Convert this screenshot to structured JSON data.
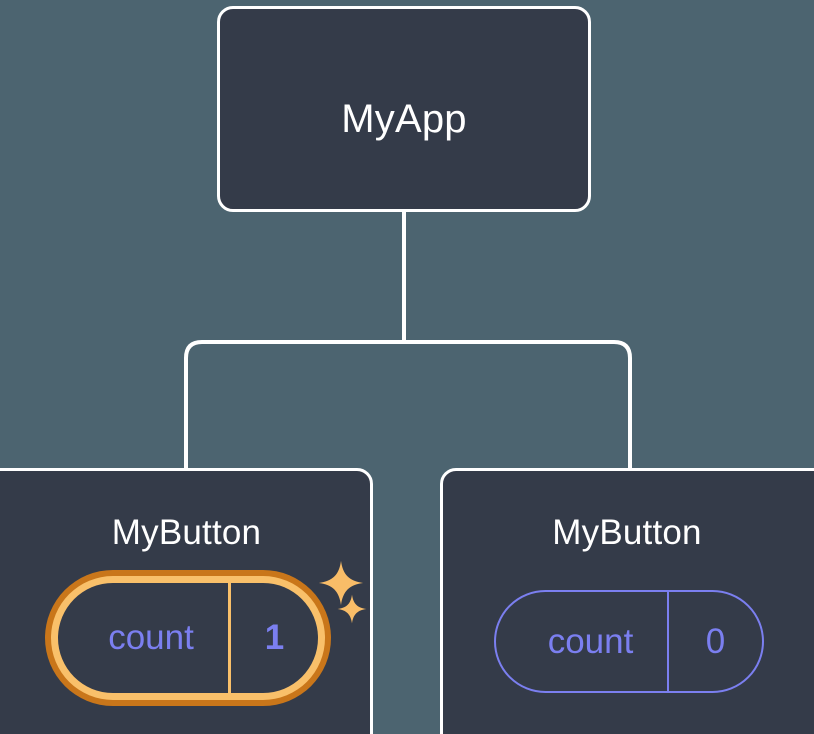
{
  "diagram": {
    "type": "component-tree",
    "background_color": "#4c6470",
    "node_fill_color": "#343b49",
    "node_border_color": "#ffffff",
    "connector_color": "#ffffff",
    "state_color": "#7b7ff0",
    "highlight_color_outer": "#c9761a",
    "highlight_color_inner": "#f9c06a",
    "sparkle_color": "#f9bd68"
  },
  "nodes": {
    "root": {
      "title": "MyApp"
    },
    "left_child": {
      "title": "MyButton",
      "state": {
        "name": "count",
        "value": "1",
        "highlighted": true,
        "sparkle_big": "sparkle-icon",
        "sparkle_small": "sparkle-icon"
      }
    },
    "right_child": {
      "title": "MyButton",
      "state": {
        "name": "count",
        "value": "0",
        "highlighted": false
      }
    }
  }
}
